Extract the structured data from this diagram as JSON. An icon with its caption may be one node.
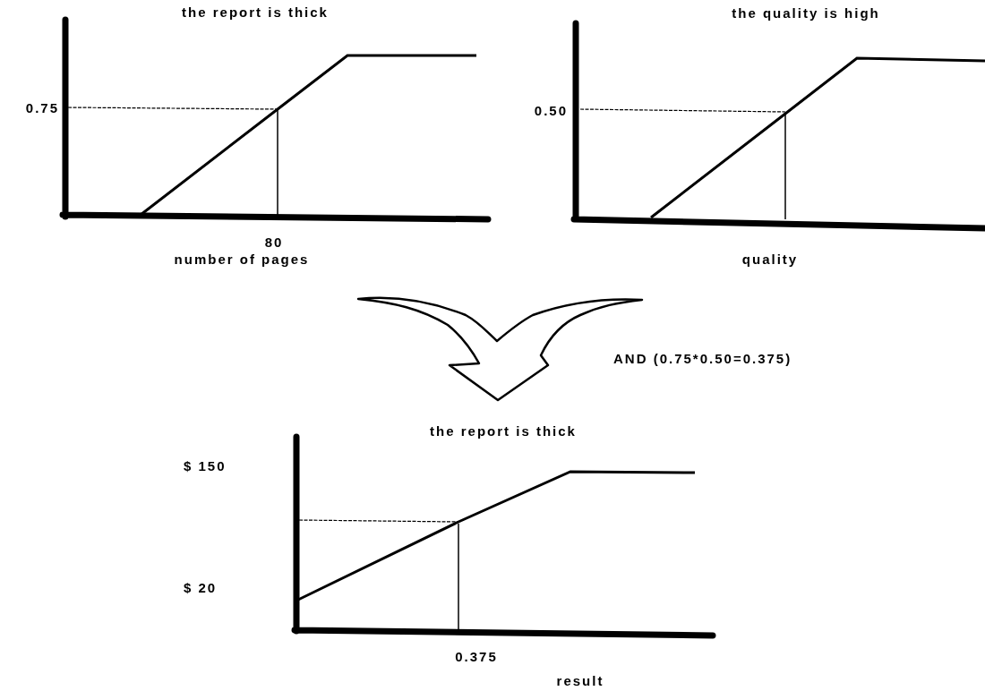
{
  "diagram": {
    "labels": [
      "the report is thick",
      "the quality is high",
      "0.75",
      "0.50",
      "80",
      "number of pages",
      "quality",
      "AND (0.75*0.50=0.375)",
      "the report is thick",
      "$ 150",
      "$ 20",
      "0.375",
      "result"
    ]
  }
}
